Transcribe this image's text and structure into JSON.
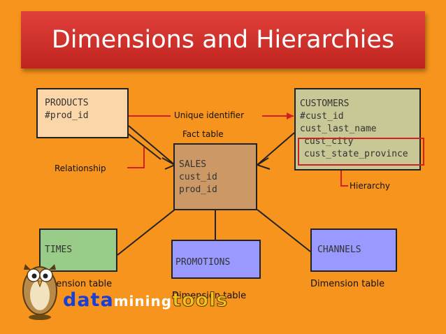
{
  "slide": {
    "title": "Dimensions and Hierarchies"
  },
  "tables": {
    "products": {
      "name": "PRODUCTS",
      "key": "#prod_id"
    },
    "customers": {
      "name": "CUSTOMERS",
      "key": "#cust_id",
      "attributes": [
        "cust_last_name",
        "cust_city",
        "cust_state_province"
      ]
    },
    "sales": {
      "name": "SALES",
      "attributes": [
        "cust_id",
        "prod_id"
      ]
    },
    "times": {
      "name": "TIMES"
    },
    "promotions": {
      "name": "PROMOTIONS"
    },
    "channels": {
      "name": "CHANNELS"
    }
  },
  "annotations": {
    "unique_identifier": "Unique identifier",
    "fact_table": "Fact table",
    "relationship": "Relationship",
    "hierarchy": "Hierarchy",
    "dimension_left": "Dimension table",
    "dimension_middle": "Dimension table",
    "dimension_right": "Dimension table"
  },
  "logo": {
    "part1": "data",
    "part2": "mining",
    "part3": "tools"
  },
  "colors": {
    "background": "#f7941d",
    "title_bar": "#d2322c",
    "annotation_lines": "#d21f1f"
  }
}
